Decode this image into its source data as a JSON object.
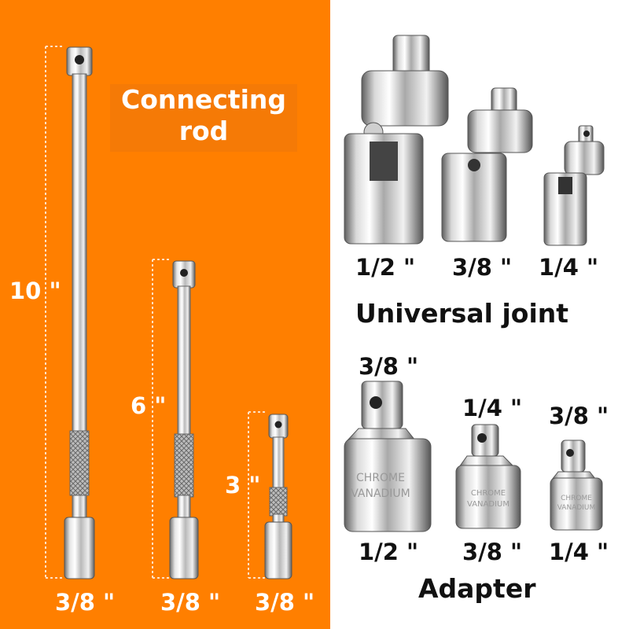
{
  "colors": {
    "orange_bg": "#ff7f00",
    "chrome_light": "#f4f4f4",
    "chrome_mid": "#c9c9c9",
    "chrome_dark": "#6f6f6f",
    "text_dark": "#111111",
    "text_white": "#ffffff"
  },
  "connecting_rod": {
    "title_line1": "Connecting",
    "title_line2": "rod",
    "lengths": [
      "10 \"",
      "6 \"",
      "3 \""
    ],
    "drive_sizes": [
      "3/8 \"",
      "3/8 \"",
      "3/8 \""
    ]
  },
  "universal_joint": {
    "title": "Universal joint",
    "sizes": [
      "1/2 \"",
      "3/8 \"",
      "1/4 \""
    ]
  },
  "adapter": {
    "title": "Adapter",
    "input_sizes": [
      "3/8 \"",
      "1/4 \"",
      "3/8 \""
    ],
    "output_sizes": [
      "1/2 \"",
      "3/8 \"",
      "1/4 \""
    ]
  },
  "engraving": {
    "line1": "CHROME",
    "line2": "VANADIUM"
  }
}
